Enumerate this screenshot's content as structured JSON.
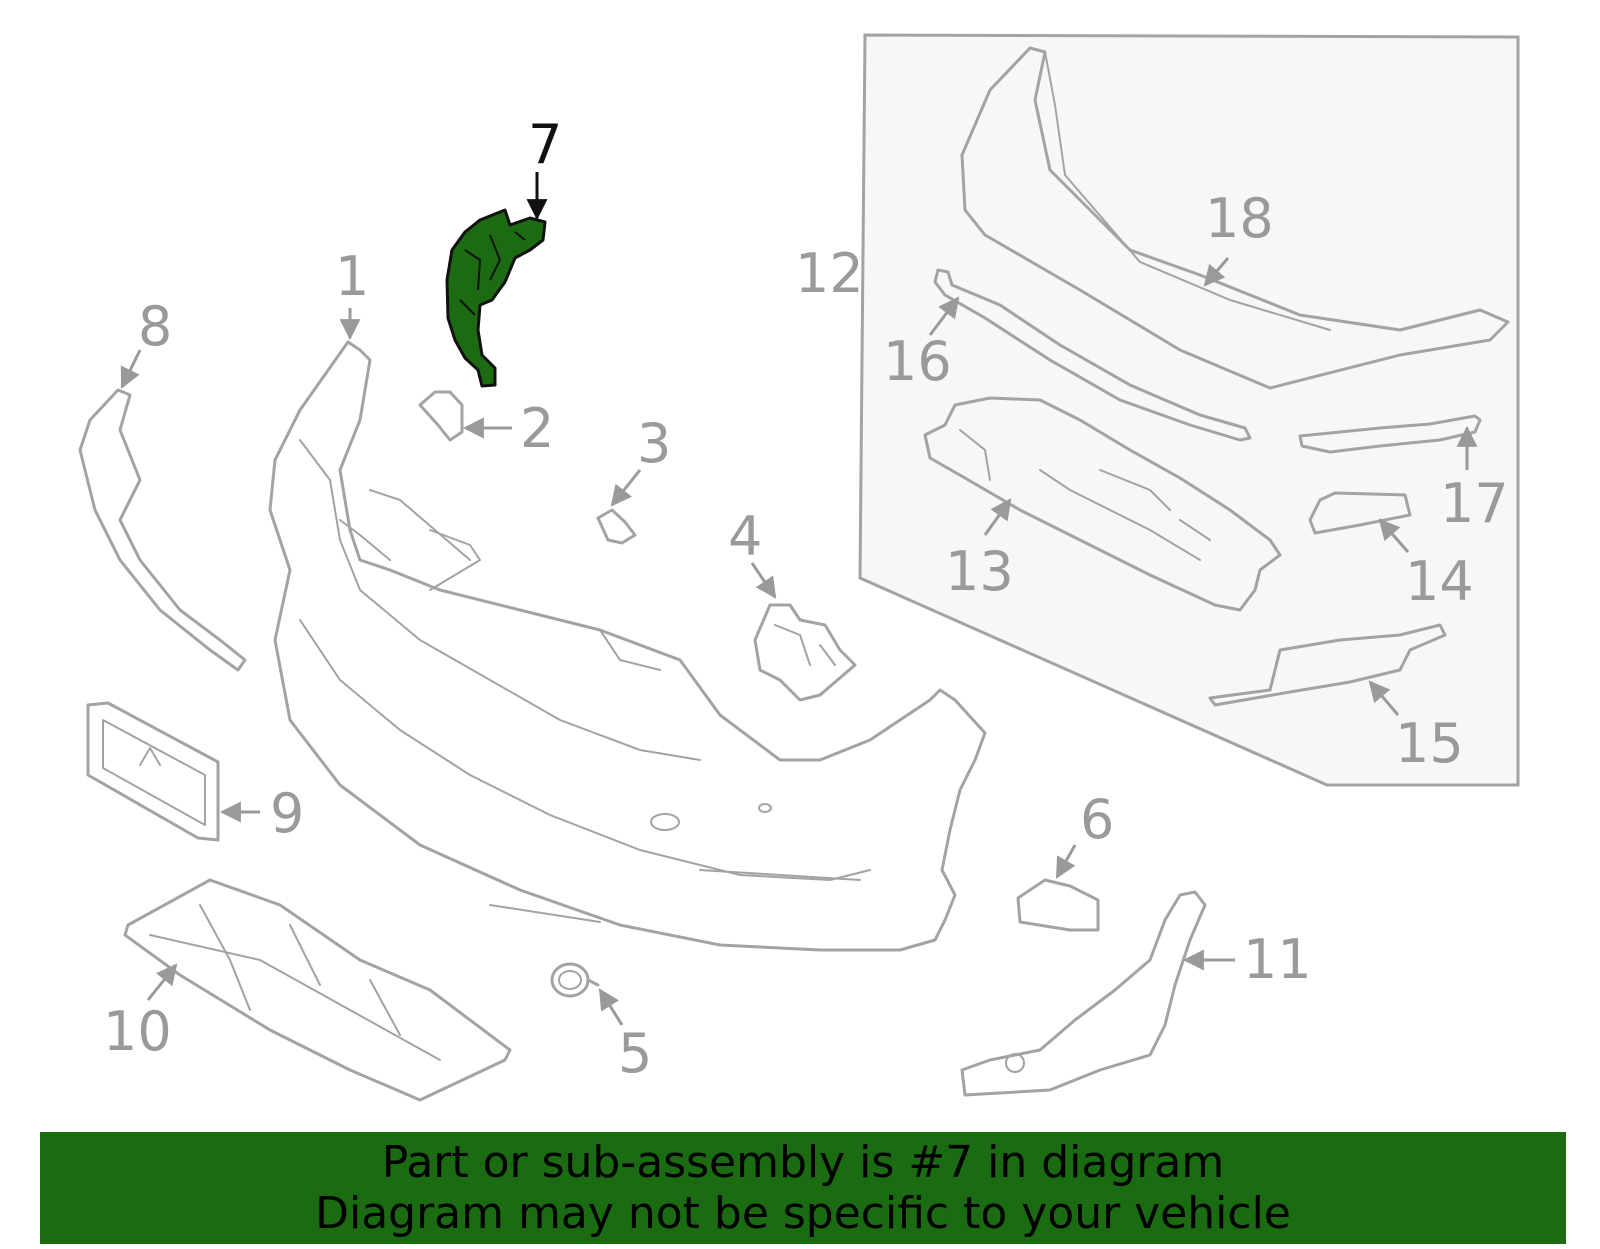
{
  "colors": {
    "banner": "#1a6b11",
    "highlight": "#1c6b12",
    "line": "#a3a3a3",
    "inset_bg": "#f7f7f7",
    "callout": "#9a9a9a",
    "callout_highlight": "#111111"
  },
  "highlighted_part": "7",
  "callouts": {
    "c1": "1",
    "c2": "2",
    "c3": "3",
    "c4": "4",
    "c5": "5",
    "c6": "6",
    "c7": "7",
    "c8": "8",
    "c9": "9",
    "c10": "10",
    "c11": "11",
    "c12": "12",
    "c13": "13",
    "c14": "14",
    "c15": "15",
    "c16": "16",
    "c17": "17",
    "c18": "18"
  },
  "banner": {
    "line1": "Part or sub-assembly is #7 in diagram",
    "line2": "Diagram may not be specific to your vehicle"
  }
}
